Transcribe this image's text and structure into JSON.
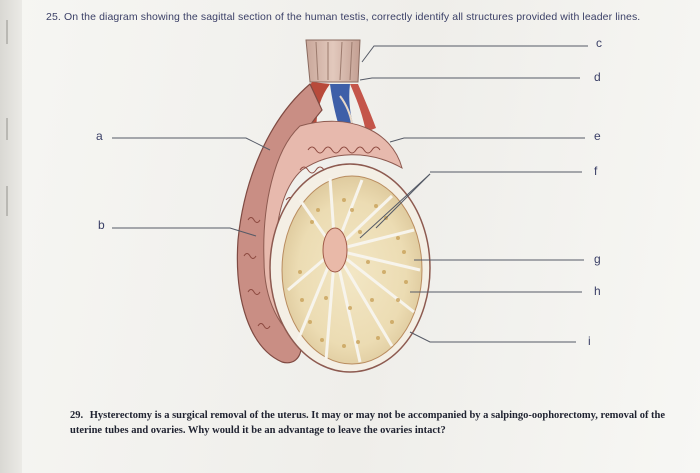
{
  "question_25": {
    "number": "25.",
    "text": "On the diagram showing the sagittal section of the human testis, correctly identify all structures provided with leader lines."
  },
  "labels": {
    "a": "a",
    "b": "b",
    "c": "c",
    "d": "d",
    "e": "e",
    "f": "f",
    "g": "g",
    "h": "h",
    "i": "i"
  },
  "question_29": {
    "number": "29.",
    "text": "Hysterectomy is a surgical removal of the uterus. It may or may not be accompanied by a salpingo-oophorectomy, removal of the uterine tubes and ovaries. Why would it be an advantage to leave the ovaries intact?"
  }
}
